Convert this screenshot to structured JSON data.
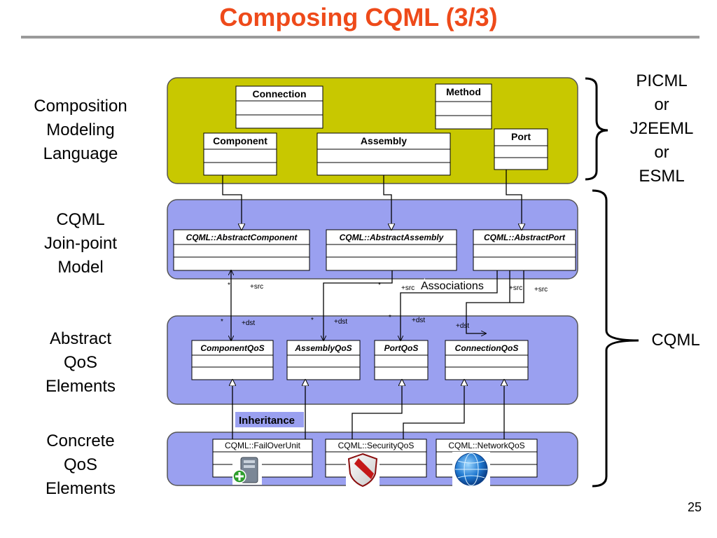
{
  "title": "Composing CQML (3/3)",
  "page_number": "25",
  "left_labels": {
    "cml": [
      "Composition",
      "Modeling",
      "Language"
    ],
    "jpm": [
      "CQML",
      "Join-point",
      "Model"
    ],
    "abstract": [
      "Abstract",
      "QoS",
      "Elements"
    ],
    "concrete": [
      "Concrete",
      "QoS",
      "Elements"
    ]
  },
  "right_labels": {
    "top": [
      "PICML",
      "or",
      "J2EEML",
      "or",
      "ESML"
    ],
    "bottom": "CQML"
  },
  "colors": {
    "title": "#ee4a1a",
    "top_band": "#c8c800",
    "blue_band": "#9aa0f0"
  },
  "classes": {
    "connection": "Connection",
    "method": "Method",
    "component": "Component",
    "assembly": "Assembly",
    "port": "Port",
    "abstract_component": "CQML::AbstractComponent",
    "abstract_assembly": "CQML::AbstractAssembly",
    "abstract_port": "CQML::AbstractPort",
    "component_qos": "ComponentQoS",
    "assembly_qos": "AssemblyQoS",
    "port_qos": "PortQoS",
    "connection_qos": "ConnectionQoS",
    "failover_unit": "CQML::FailOverUnit",
    "security_qos": "CQML::SecurityQoS",
    "network_qos": "CQML::NetworkQoS"
  },
  "annotations": {
    "associations": "Associations",
    "inheritance": "Inheritance",
    "src": "+src",
    "dst": "+dst",
    "star": "*"
  },
  "icons": [
    "server-add-icon",
    "shield-icon",
    "globe-icon"
  ]
}
